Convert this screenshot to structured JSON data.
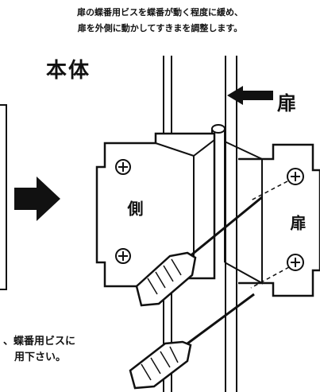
{
  "instructions": {
    "line1": "扉の蝶番用ビスを蝶番が動く程度に緩め、",
    "line2": "扉を外側に動かしてすきまを調整します。"
  },
  "labels": {
    "body": "本体",
    "door": "扉",
    "body_side": "側",
    "door_side": "扉"
  },
  "bottom_note": {
    "line1": "、蝶番用ビスに",
    "line2": "用下さい。"
  }
}
